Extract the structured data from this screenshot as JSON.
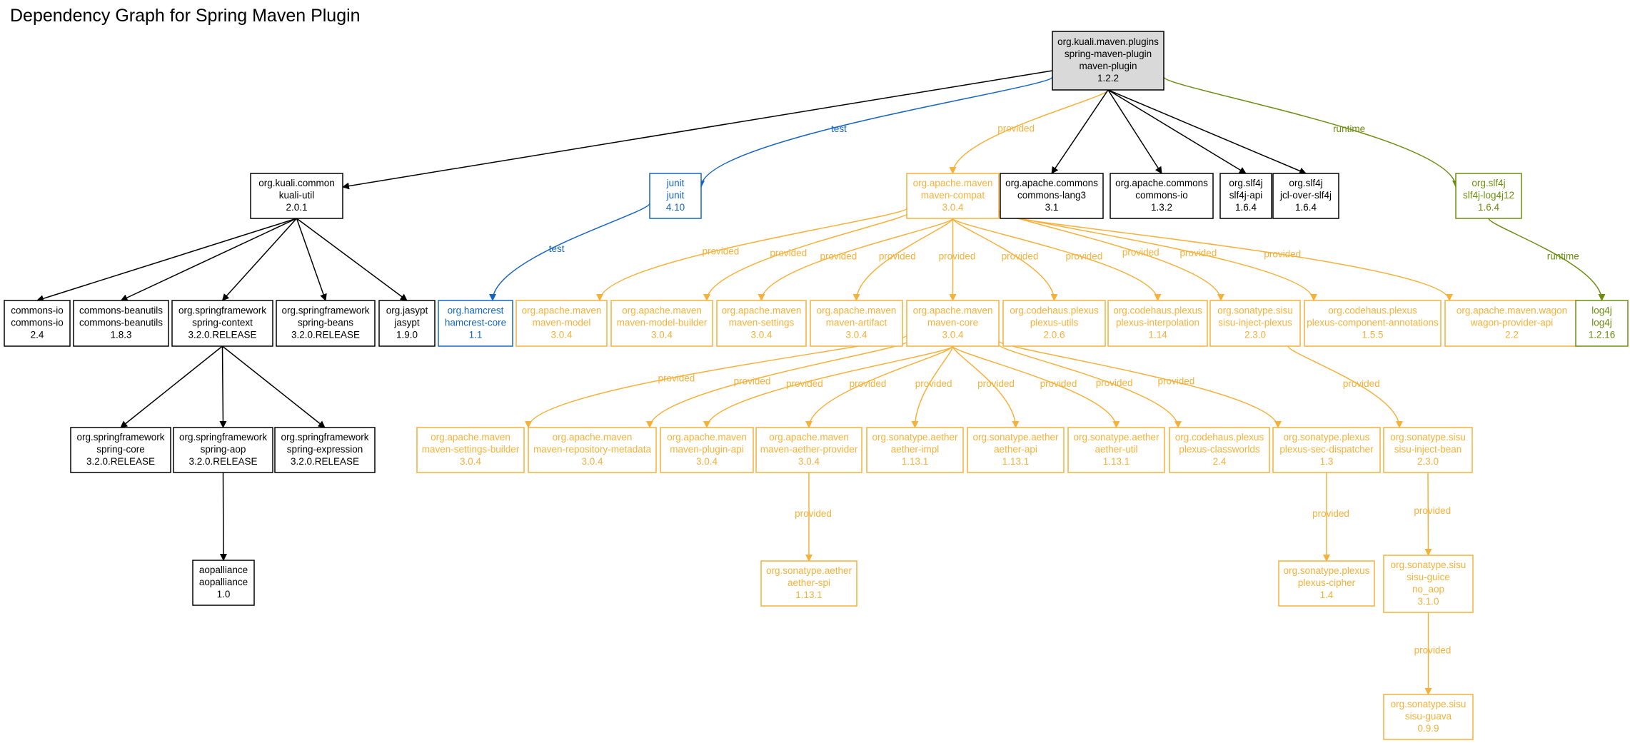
{
  "title": "Dependency Graph for Spring Maven Plugin",
  "colors": {
    "compile": "#000000",
    "test": "#1565c0",
    "provided": "#f6b13a",
    "runtime": "#6b8e0f",
    "root_fill": "#d9d9d9"
  },
  "nodes": [
    {
      "id": "root",
      "lines": [
        "org.kuali.maven.plugins",
        "spring-maven-plugin",
        "maven-plugin",
        "1.2.2"
      ],
      "scope": "compile",
      "root": true
    },
    {
      "id": "kuali-util",
      "lines": [
        "org.kuali.common",
        "kuali-util",
        "2.0.1"
      ],
      "scope": "compile"
    },
    {
      "id": "junit",
      "lines": [
        "junit",
        "junit",
        "4.10"
      ],
      "scope": "test"
    },
    {
      "id": "maven-compat",
      "lines": [
        "org.apache.maven",
        "maven-compat",
        "3.0.4"
      ],
      "scope": "provided"
    },
    {
      "id": "commons-lang3",
      "lines": [
        "org.apache.commons",
        "commons-lang3",
        "3.1"
      ],
      "scope": "compile"
    },
    {
      "id": "commons-io-1",
      "lines": [
        "org.apache.commons",
        "commons-io",
        "1.3.2"
      ],
      "scope": "compile"
    },
    {
      "id": "slf4j-api",
      "lines": [
        "org.slf4j",
        "slf4j-api",
        "1.6.4"
      ],
      "scope": "compile"
    },
    {
      "id": "jcl-over-slf4j",
      "lines": [
        "org.slf4j",
        "jcl-over-slf4j",
        "1.6.4"
      ],
      "scope": "compile"
    },
    {
      "id": "slf4j-log4j12",
      "lines": [
        "org.slf4j",
        "slf4j-log4j12",
        "1.6.4"
      ],
      "scope": "runtime"
    },
    {
      "id": "commons-io-2",
      "lines": [
        "commons-io",
        "commons-io",
        "2.4"
      ],
      "scope": "compile"
    },
    {
      "id": "commons-beanutils",
      "lines": [
        "commons-beanutils",
        "commons-beanutils",
        "1.8.3"
      ],
      "scope": "compile"
    },
    {
      "id": "spring-context",
      "lines": [
        "org.springframework",
        "spring-context",
        "3.2.0.RELEASE"
      ],
      "scope": "compile"
    },
    {
      "id": "spring-beans",
      "lines": [
        "org.springframework",
        "spring-beans",
        "3.2.0.RELEASE"
      ],
      "scope": "compile"
    },
    {
      "id": "jasypt",
      "lines": [
        "org.jasypt",
        "jasypt",
        "1.9.0"
      ],
      "scope": "compile"
    },
    {
      "id": "hamcrest",
      "lines": [
        "org.hamcrest",
        "hamcrest-core",
        "1.1"
      ],
      "scope": "test"
    },
    {
      "id": "maven-model",
      "lines": [
        "org.apache.maven",
        "maven-model",
        "3.0.4"
      ],
      "scope": "provided"
    },
    {
      "id": "maven-model-builder",
      "lines": [
        "org.apache.maven",
        "maven-model-builder",
        "3.0.4"
      ],
      "scope": "provided"
    },
    {
      "id": "maven-settings",
      "lines": [
        "org.apache.maven",
        "maven-settings",
        "3.0.4"
      ],
      "scope": "provided"
    },
    {
      "id": "maven-artifact",
      "lines": [
        "org.apache.maven",
        "maven-artifact",
        "3.0.4"
      ],
      "scope": "provided"
    },
    {
      "id": "maven-core",
      "lines": [
        "org.apache.maven",
        "maven-core",
        "3.0.4"
      ],
      "scope": "provided"
    },
    {
      "id": "plexus-utils",
      "lines": [
        "org.codehaus.plexus",
        "plexus-utils",
        "2.0.6"
      ],
      "scope": "provided"
    },
    {
      "id": "plexus-interpolation",
      "lines": [
        "org.codehaus.plexus",
        "plexus-interpolation",
        "1.14"
      ],
      "scope": "provided"
    },
    {
      "id": "sisu-inject-plexus",
      "lines": [
        "org.sonatype.sisu",
        "sisu-inject-plexus",
        "2.3.0"
      ],
      "scope": "provided"
    },
    {
      "id": "plexus-component-annotations",
      "lines": [
        "org.codehaus.plexus",
        "plexus-component-annotations",
        "1.5.5"
      ],
      "scope": "provided"
    },
    {
      "id": "wagon-provider-api",
      "lines": [
        "org.apache.maven.wagon",
        "wagon-provider-api",
        "2.2"
      ],
      "scope": "provided"
    },
    {
      "id": "log4j",
      "lines": [
        "log4j",
        "log4j",
        "1.2.16"
      ],
      "scope": "runtime"
    },
    {
      "id": "spring-core",
      "lines": [
        "org.springframework",
        "spring-core",
        "3.2.0.RELEASE"
      ],
      "scope": "compile"
    },
    {
      "id": "spring-aop",
      "lines": [
        "org.springframework",
        "spring-aop",
        "3.2.0.RELEASE"
      ],
      "scope": "compile"
    },
    {
      "id": "spring-expression",
      "lines": [
        "org.springframework",
        "spring-expression",
        "3.2.0.RELEASE"
      ],
      "scope": "compile"
    },
    {
      "id": "maven-settings-builder",
      "lines": [
        "org.apache.maven",
        "maven-settings-builder",
        "3.0.4"
      ],
      "scope": "provided"
    },
    {
      "id": "maven-repository-metadata",
      "lines": [
        "org.apache.maven",
        "maven-repository-metadata",
        "3.0.4"
      ],
      "scope": "provided"
    },
    {
      "id": "maven-plugin-api",
      "lines": [
        "org.apache.maven",
        "maven-plugin-api",
        "3.0.4"
      ],
      "scope": "provided"
    },
    {
      "id": "maven-aether-provider",
      "lines": [
        "org.apache.maven",
        "maven-aether-provider",
        "3.0.4"
      ],
      "scope": "provided"
    },
    {
      "id": "aether-impl",
      "lines": [
        "org.sonatype.aether",
        "aether-impl",
        "1.13.1"
      ],
      "scope": "provided"
    },
    {
      "id": "aether-api",
      "lines": [
        "org.sonatype.aether",
        "aether-api",
        "1.13.1"
      ],
      "scope": "provided"
    },
    {
      "id": "aether-util",
      "lines": [
        "org.sonatype.aether",
        "aether-util",
        "1.13.1"
      ],
      "scope": "provided"
    },
    {
      "id": "plexus-classworlds",
      "lines": [
        "org.codehaus.plexus",
        "plexus-classworlds",
        "2.4"
      ],
      "scope": "provided"
    },
    {
      "id": "plexus-sec-dispatcher",
      "lines": [
        "org.sonatype.plexus",
        "plexus-sec-dispatcher",
        "1.3"
      ],
      "scope": "provided"
    },
    {
      "id": "sisu-inject-bean",
      "lines": [
        "org.sonatype.sisu",
        "sisu-inject-bean",
        "2.3.0"
      ],
      "scope": "provided"
    },
    {
      "id": "aopalliance",
      "lines": [
        "aopalliance",
        "aopalliance",
        "1.0"
      ],
      "scope": "compile"
    },
    {
      "id": "aether-spi",
      "lines": [
        "org.sonatype.aether",
        "aether-spi",
        "1.13.1"
      ],
      "scope": "provided"
    },
    {
      "id": "plexus-cipher",
      "lines": [
        "org.sonatype.plexus",
        "plexus-cipher",
        "1.4"
      ],
      "scope": "provided"
    },
    {
      "id": "sisu-guice",
      "lines": [
        "org.sonatype.sisu",
        "sisu-guice",
        "no_aop",
        "3.1.0"
      ],
      "scope": "provided"
    },
    {
      "id": "sisu-guava",
      "lines": [
        "org.sonatype.sisu",
        "sisu-guava",
        "0.9.9"
      ],
      "scope": "provided"
    }
  ],
  "edges": [
    {
      "from": "root",
      "to": "kuali-util",
      "scope": "compile",
      "label": ""
    },
    {
      "from": "root",
      "to": "junit",
      "scope": "test",
      "label": "test"
    },
    {
      "from": "root",
      "to": "maven-compat",
      "scope": "provided",
      "label": "provided"
    },
    {
      "from": "root",
      "to": "commons-lang3",
      "scope": "compile",
      "label": ""
    },
    {
      "from": "root",
      "to": "commons-io-1",
      "scope": "compile",
      "label": ""
    },
    {
      "from": "root",
      "to": "slf4j-api",
      "scope": "compile",
      "label": ""
    },
    {
      "from": "root",
      "to": "jcl-over-slf4j",
      "scope": "compile",
      "label": ""
    },
    {
      "from": "root",
      "to": "slf4j-log4j12",
      "scope": "runtime",
      "label": "runtime"
    },
    {
      "from": "kuali-util",
      "to": "commons-io-2",
      "scope": "compile",
      "label": ""
    },
    {
      "from": "kuali-util",
      "to": "commons-beanutils",
      "scope": "compile",
      "label": ""
    },
    {
      "from": "kuali-util",
      "to": "spring-context",
      "scope": "compile",
      "label": ""
    },
    {
      "from": "kuali-util",
      "to": "spring-beans",
      "scope": "compile",
      "label": ""
    },
    {
      "from": "kuali-util",
      "to": "jasypt",
      "scope": "compile",
      "label": ""
    },
    {
      "from": "junit",
      "to": "hamcrest",
      "scope": "test",
      "label": "test"
    },
    {
      "from": "maven-compat",
      "to": "maven-model",
      "scope": "provided",
      "label": "provided"
    },
    {
      "from": "maven-compat",
      "to": "maven-model-builder",
      "scope": "provided",
      "label": "provided"
    },
    {
      "from": "maven-compat",
      "to": "maven-settings",
      "scope": "provided",
      "label": "provided"
    },
    {
      "from": "maven-compat",
      "to": "maven-artifact",
      "scope": "provided",
      "label": "provided"
    },
    {
      "from": "maven-compat",
      "to": "maven-core",
      "scope": "provided",
      "label": "provided"
    },
    {
      "from": "maven-compat",
      "to": "plexus-utils",
      "scope": "provided",
      "label": "provided"
    },
    {
      "from": "maven-compat",
      "to": "plexus-interpolation",
      "scope": "provided",
      "label": "provided"
    },
    {
      "from": "maven-compat",
      "to": "sisu-inject-plexus",
      "scope": "provided",
      "label": "provided"
    },
    {
      "from": "maven-compat",
      "to": "plexus-component-annotations",
      "scope": "provided",
      "label": "provided"
    },
    {
      "from": "maven-compat",
      "to": "wagon-provider-api",
      "scope": "provided",
      "label": "provided"
    },
    {
      "from": "slf4j-log4j12",
      "to": "log4j",
      "scope": "runtime",
      "label": "runtime"
    },
    {
      "from": "spring-context",
      "to": "spring-core",
      "scope": "compile",
      "label": ""
    },
    {
      "from": "spring-context",
      "to": "spring-aop",
      "scope": "compile",
      "label": ""
    },
    {
      "from": "spring-context",
      "to": "spring-expression",
      "scope": "compile",
      "label": ""
    },
    {
      "from": "maven-core",
      "to": "maven-settings-builder",
      "scope": "provided",
      "label": "provided"
    },
    {
      "from": "maven-core",
      "to": "maven-repository-metadata",
      "scope": "provided",
      "label": "provided"
    },
    {
      "from": "maven-core",
      "to": "maven-plugin-api",
      "scope": "provided",
      "label": "provided"
    },
    {
      "from": "maven-core",
      "to": "maven-aether-provider",
      "scope": "provided",
      "label": "provided"
    },
    {
      "from": "maven-core",
      "to": "aether-impl",
      "scope": "provided",
      "label": "provided"
    },
    {
      "from": "maven-core",
      "to": "aether-api",
      "scope": "provided",
      "label": "provided"
    },
    {
      "from": "maven-core",
      "to": "aether-util",
      "scope": "provided",
      "label": "provided"
    },
    {
      "from": "maven-core",
      "to": "plexus-classworlds",
      "scope": "provided",
      "label": "provided"
    },
    {
      "from": "maven-core",
      "to": "plexus-sec-dispatcher",
      "scope": "provided",
      "label": "provided"
    },
    {
      "from": "sisu-inject-plexus",
      "to": "sisu-inject-bean",
      "scope": "provided",
      "label": "provided"
    },
    {
      "from": "spring-aop",
      "to": "aopalliance",
      "scope": "compile",
      "label": ""
    },
    {
      "from": "maven-aether-provider",
      "to": "aether-spi",
      "scope": "provided",
      "label": "provided"
    },
    {
      "from": "plexus-sec-dispatcher",
      "to": "plexus-cipher",
      "scope": "provided",
      "label": "provided"
    },
    {
      "from": "sisu-inject-bean",
      "to": "sisu-guice",
      "scope": "provided",
      "label": "provided"
    },
    {
      "from": "sisu-guice",
      "to": "sisu-guava",
      "scope": "provided",
      "label": "provided"
    }
  ]
}
